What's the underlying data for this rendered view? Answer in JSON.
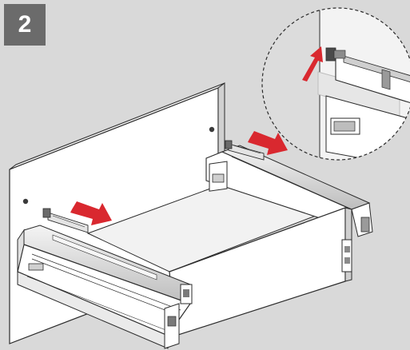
{
  "step": {
    "number": "2"
  },
  "colors": {
    "background": "#d9d9d9",
    "badge": "#6b6b6b",
    "badge_text": "#ffffff",
    "panel": "#ffffff",
    "outline": "#2b2b2b",
    "arrow": "#d9282f"
  },
  "illustration": {
    "subject": "drawer-front-panel-mounting",
    "arrows": [
      "left-rail-push-arrow",
      "right-rail-push-arrow",
      "detail-push-arrow"
    ],
    "detail": "magnified-connector-detail"
  }
}
